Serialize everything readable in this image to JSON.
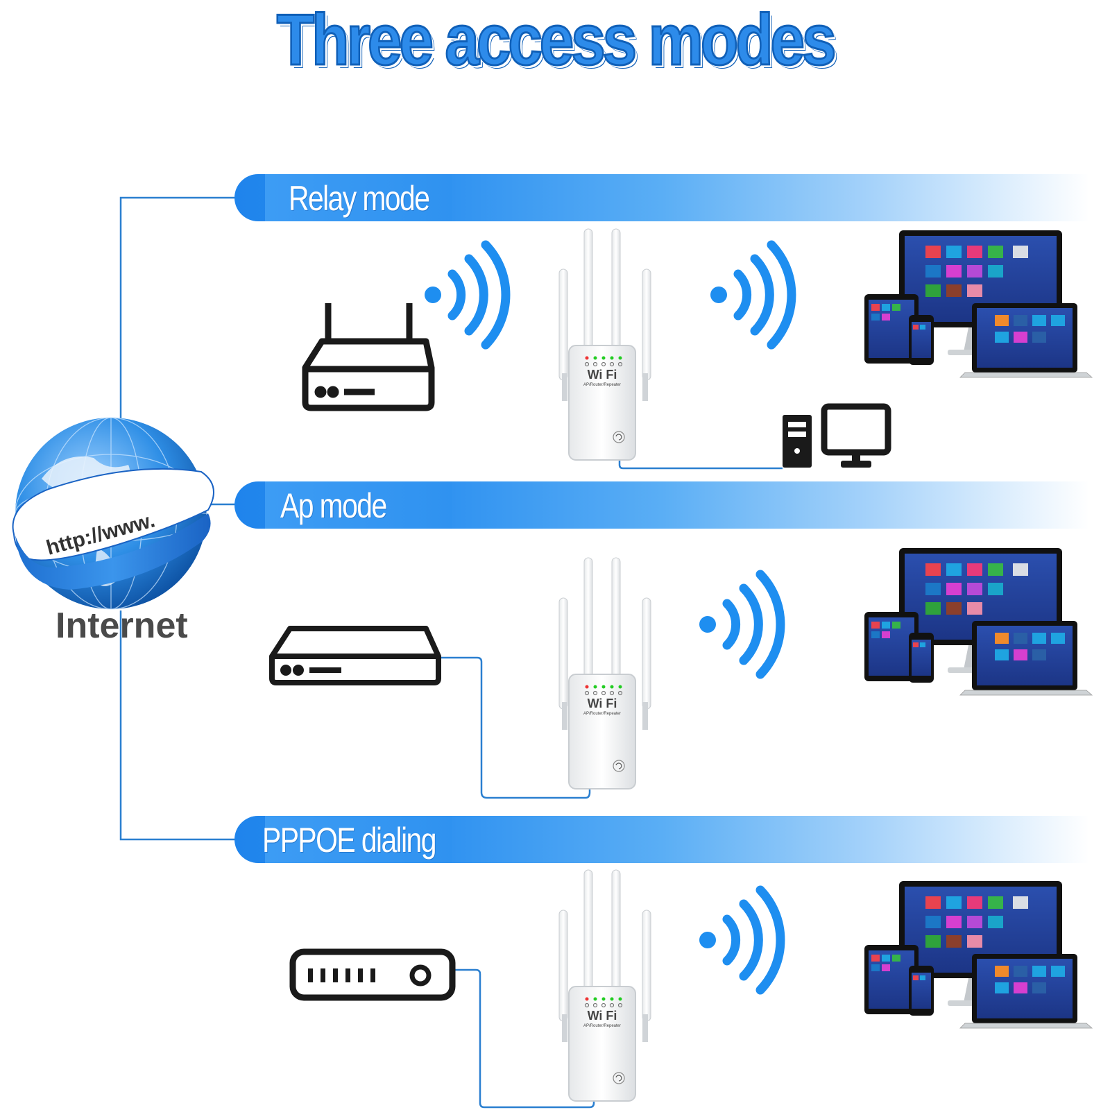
{
  "title": "Three access modes",
  "internet": {
    "label": "Internet",
    "globe_text": "http://www."
  },
  "modes": [
    {
      "label": "Relay mode"
    },
    {
      "label": "Ap mode"
    },
    {
      "label": "PPPOE dialing"
    }
  ],
  "repeater": {
    "brand": "Wi Fi",
    "subtitle": "AP/Router/Repeater"
  },
  "colors": {
    "accent_blue": "#2b8ff0",
    "wifi_blue": "#1e8ef0",
    "line_blue": "#2a7fd0",
    "title_stroke": "#1060b8",
    "device_outline": "#1a1a1a",
    "internet_text": "#4a4a4a"
  },
  "icons": [
    "globe-icon",
    "router-icon",
    "wifi-signal-icon",
    "wifi-repeater-icon",
    "desktop-tower-icon",
    "monitor-icon",
    "laptop-icon",
    "tablet-icon",
    "phone-icon",
    "modem-icon",
    "ethernet-switch-icon"
  ]
}
